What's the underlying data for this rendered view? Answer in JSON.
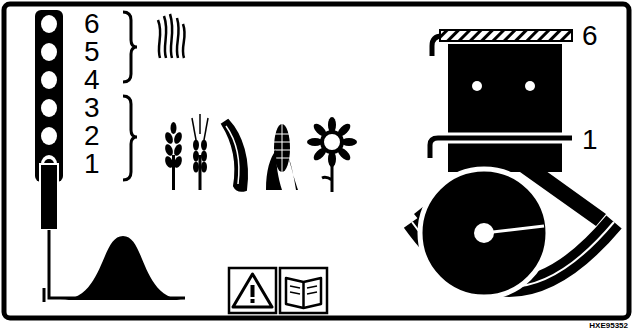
{
  "diagram": {
    "labels": [
      "6",
      "5",
      "4",
      "3",
      "2",
      "1",
      "6",
      "1",
      "HXE95352"
    ]
  }
}
